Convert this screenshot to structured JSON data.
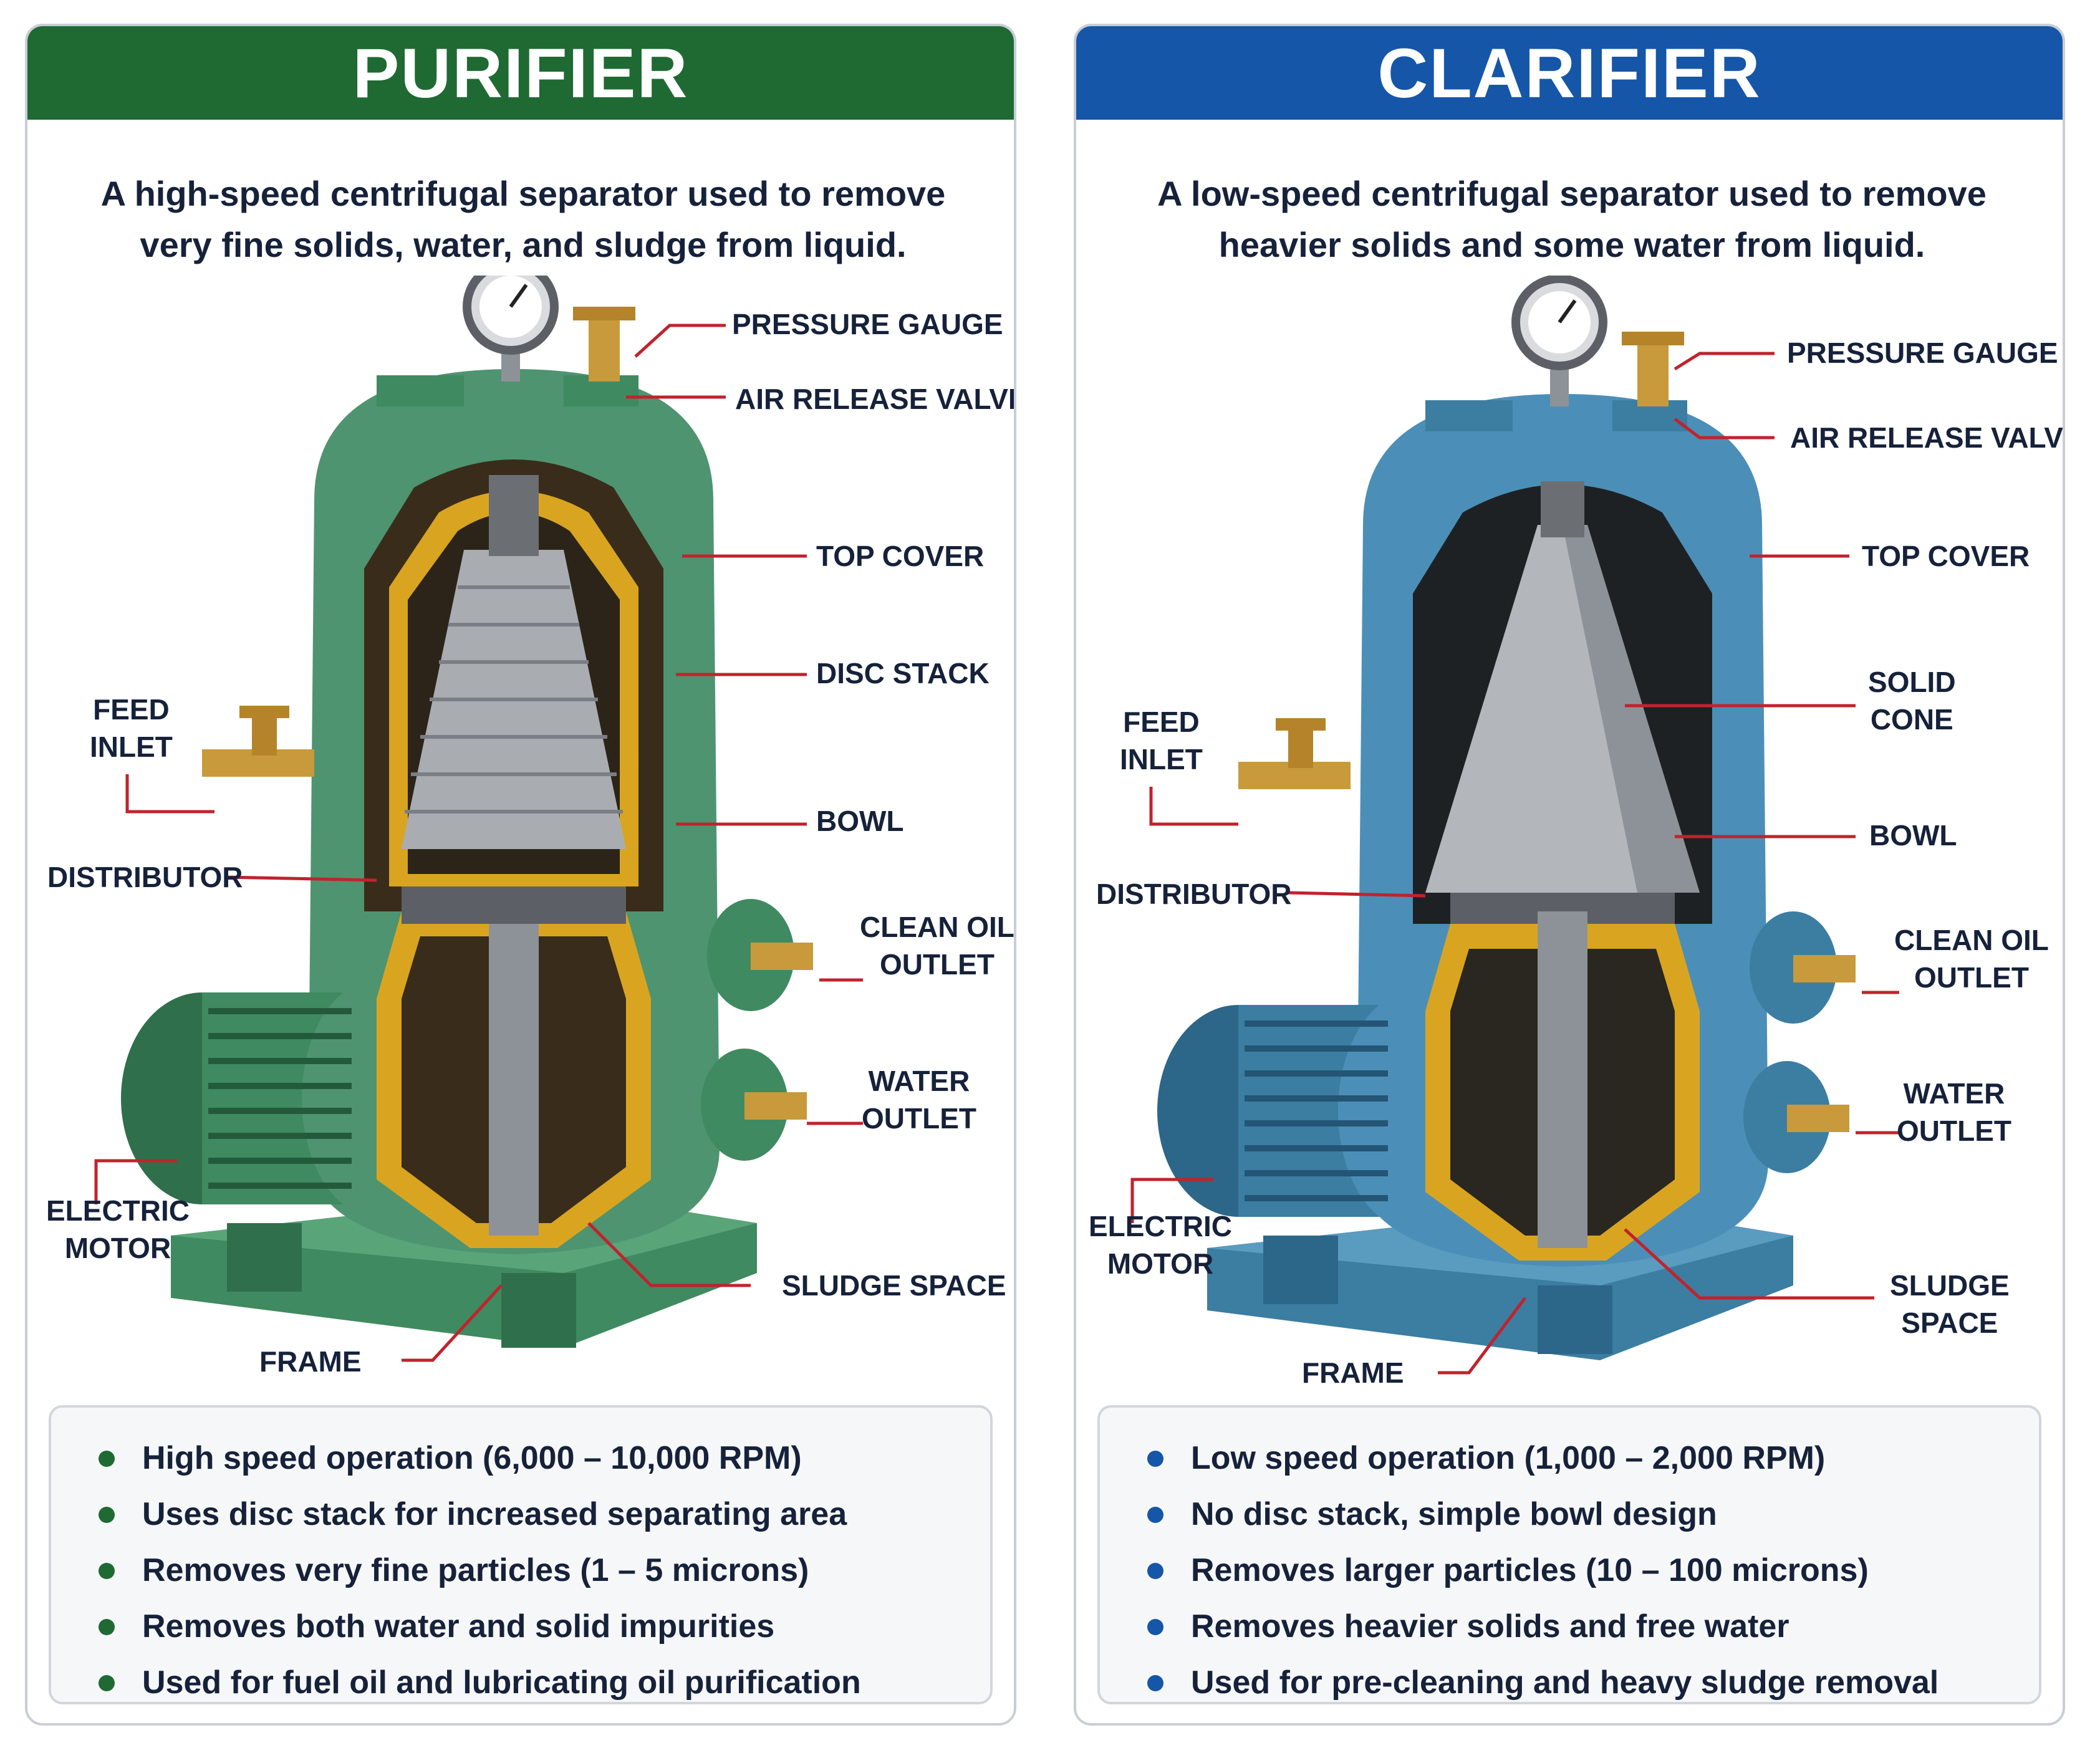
{
  "theme": {
    "purifier_color": "#1f6a33",
    "clarifier_color": "#1656a8",
    "leader_color": "#c0232d"
  },
  "purifier": {
    "title": "PURIFIER",
    "description": [
      "A high-speed centrifugal separator used to remove",
      "very fine solids, water, and sludge from liquid."
    ],
    "labels": {
      "pressure_gauge": "PRESSURE GAUGE",
      "air_release_valve": "AIR RELEASE VALVE",
      "top_cover": "TOP COVER",
      "disc_stack": "DISC STACK",
      "feed_inlet": [
        "FEED",
        "INLET"
      ],
      "bowl": "BOWL",
      "distributor": "DISTRIBUTOR",
      "clean_oil_outlet": [
        "CLEAN OIL",
        "OUTLET"
      ],
      "water_outlet": [
        "WATER",
        "OUTLET"
      ],
      "electric_motor": [
        "ELECTRIC",
        "MOTOR"
      ],
      "sludge_space": "SLUDGE SPACE",
      "frame": "FRAME"
    },
    "features": [
      "High speed operation (6,000 – 10,000 RPM)",
      "Uses disc stack for increased separating area",
      "Removes very fine particles (1 – 5 microns)",
      "Removes both water and solid impurities",
      "Used for fuel oil and lubricating oil purification"
    ]
  },
  "clarifier": {
    "title": "CLARIFIER",
    "description": [
      "A low-speed centrifugal separator used to remove",
      "heavier solids and some water from liquid."
    ],
    "labels": {
      "pressure_gauge": "PRESSURE GAUGE",
      "air_release_valve": "AIR RELEASE VALVE",
      "top_cover": "TOP COVER",
      "solid_cone": [
        "SOLID",
        "CONE"
      ],
      "feed_inlet": [
        "FEED",
        "INLET"
      ],
      "bowl": "BOWL",
      "distributor": "DISTRIBUTOR",
      "clean_oil_outlet": [
        "CLEAN OIL",
        "OUTLET"
      ],
      "water_outlet": [
        "WATER",
        "OUTLET"
      ],
      "electric_motor": [
        "ELECTRIC",
        "MOTOR"
      ],
      "sludge_space": [
        "SLUDGE",
        "SPACE"
      ],
      "frame": "FRAME"
    },
    "features": [
      "Low speed operation (1,000 – 2,000 RPM)",
      "No disc stack, simple bowl design",
      "Removes larger particles (10 – 100 microns)",
      "Removes heavier solids and free water",
      "Used for pre-cleaning and heavy sludge removal"
    ]
  }
}
